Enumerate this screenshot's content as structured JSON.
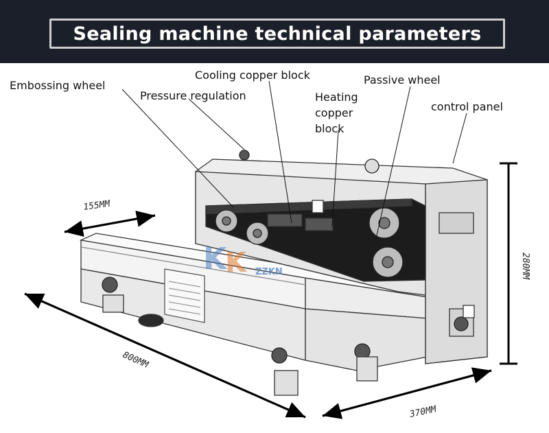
{
  "title": "Sealing machine technical parameters",
  "labels": {
    "embossing_wheel": "Embossing wheel",
    "pressure_regulation": "Pressure regulation",
    "cooling_copper_block": "Cooling copper block",
    "heating_copper_block": [
      "Heating",
      "copper",
      "block"
    ],
    "passive_wheel": "Passive wheel",
    "control_panel": "control panel"
  },
  "dimensions": {
    "feed_width": "155MM",
    "length": "800MM",
    "depth": "370MM",
    "height": "280MM"
  },
  "watermark": "ZZKN",
  "colors": {
    "banner": "#1b1f2a",
    "banner_border": "#cfcfcf",
    "title_text": "#ffffff",
    "watermark": "#4a7fc0"
  }
}
